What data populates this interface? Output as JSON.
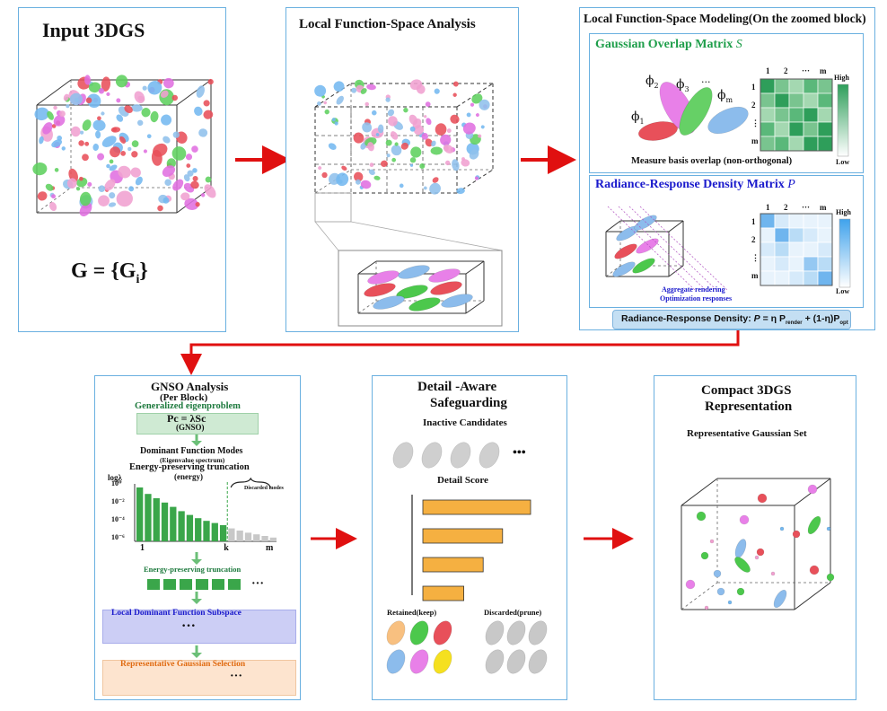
{
  "panel1": {
    "title": "Input 3DGS",
    "formula_main": "G = {G",
    "formula_sub": "i",
    "formula_close": "}"
  },
  "panel2": {
    "title": "Local Function-Space Analysis"
  },
  "panel3": {
    "title": "Local Function-Space Modeling(On the zoomed block)",
    "overlap": {
      "title": "Gaussian Overlap Matrix",
      "symbol": "S",
      "phi1": "ϕ",
      "phi1_sub": "1",
      "phi2": "ϕ",
      "phi2_sub": "2",
      "phi3": "ϕ",
      "phi3_sub": "3",
      "dots": "...",
      "phim": "ϕ",
      "phim_sub": "m",
      "caption": "Measure basis overlap (non-orthogonal)",
      "col_labels": [
        "1",
        "2",
        "···",
        "m"
      ],
      "row_labels": [
        "1",
        "2",
        "⋮",
        "m"
      ],
      "high": "High",
      "low": "Low",
      "colors": [
        "#2e9e5a",
        "#79c48f",
        "#a4d8b1",
        "#5ab87a",
        "#2e9e5a"
      ]
    },
    "response": {
      "title": "Radiance-Response Density Matrix",
      "symbol": "P",
      "caption1": "Aggregate rendering",
      "caption2": "Optimization responses",
      "col_labels": [
        "1",
        "2",
        "···",
        "m"
      ],
      "row_labels": [
        "1",
        "2",
        "⋮",
        "m"
      ],
      "high": "High",
      "low": "Low"
    },
    "density": {
      "label": "Radiance-Response Density: ",
      "p": "P",
      "eq": " = η P",
      "render_sub": "render",
      "plus": " + (1-η)P",
      "opt_sub": "opt"
    }
  },
  "panel4": {
    "title": "GNSO Analysis",
    "subtitle": "(Per Block)",
    "eig": "Generalized eigenproblem",
    "eq": "Pc = λSc",
    "gnso": "(GNSO)",
    "dominant": "Dominant Function Modes",
    "spectrum": "(Eigenvalue spectrum)",
    "energy_trunc": "Energy-preserving truncation",
    "energy": "(energy)",
    "discarded": "Discarded modes",
    "energy_trunc2": "Energy-preserving truncation",
    "subspace": "Local Dominant Function Subspace",
    "selection": "Representative Gaussian Selection",
    "dots": "···"
  },
  "chart_data": {
    "type": "bar",
    "ylabel": "logλ",
    "y_ticks": [
      "10⁰",
      "10⁻²",
      "10⁻⁴",
      "10⁻⁶"
    ],
    "x_ticks": [
      "1",
      "k",
      "m"
    ],
    "values": [
      1.0,
      0.88,
      0.8,
      0.72,
      0.64,
      0.56,
      0.49,
      0.43,
      0.38,
      0.34,
      0.3,
      0.24,
      0.2,
      0.16,
      0.13,
      0.1,
      0.07
    ],
    "retained_count": 11,
    "retained_color": "#3aa64a",
    "discarded_color": "#c8c8c8"
  },
  "panel5": {
    "title1": "Detail -Aware",
    "title2": "Safeguarding",
    "inactive": "Inactive Candidates",
    "dots": "•••",
    "detail_score": "Detail Score",
    "scores": [
      1.0,
      0.74,
      0.56,
      0.38
    ],
    "bar_color": "#f5b041",
    "retained": "Retained(keep)",
    "discarded": "Discarded(prune)"
  },
  "panel6": {
    "title1": "Compact 3DGS",
    "title2": "Representation",
    "subtitle": "Representative Gaussian Set"
  },
  "colors": {
    "arrow": "#e01010",
    "panel_border": "#6ab0e0",
    "green_title": "#1e9e4a",
    "blue_title": "#1a1acc",
    "orange_title": "#e06a10"
  }
}
